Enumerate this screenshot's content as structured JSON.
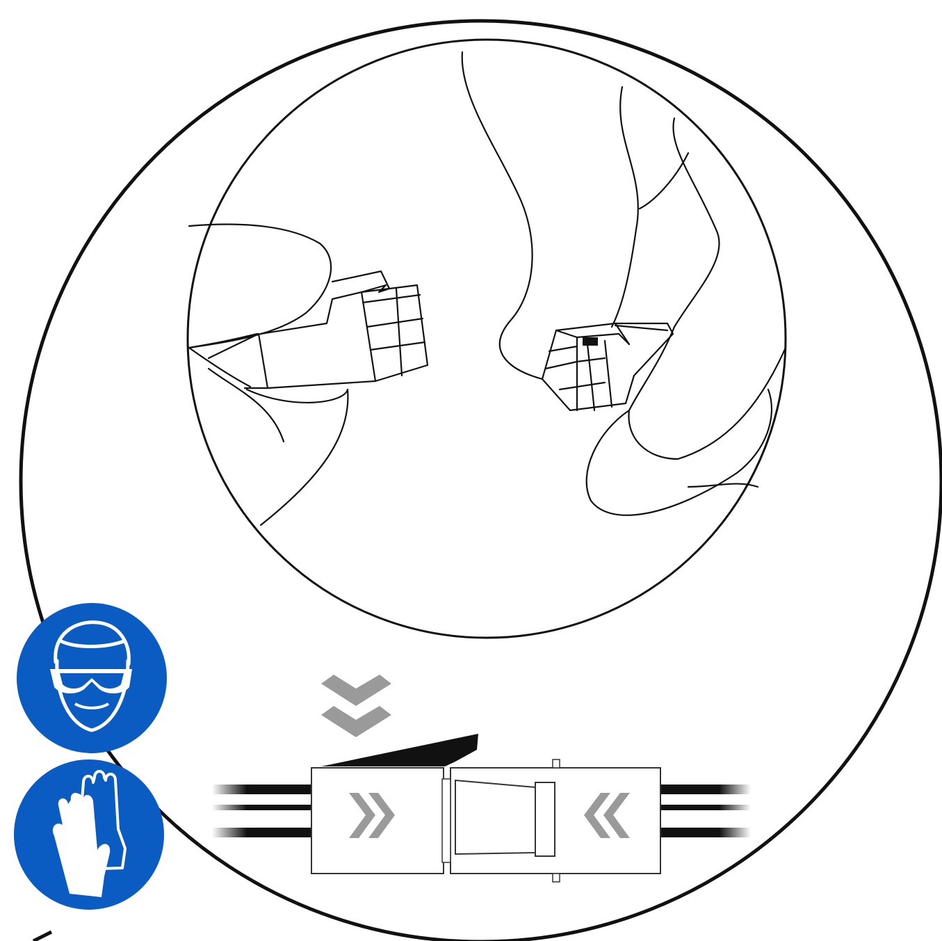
{
  "diagram": {
    "subject": "connector-mating-instruction",
    "panels": [
      {
        "id": "hands-detail",
        "icon": "hands-holding-connectors-icon"
      },
      {
        "id": "connector-schematic",
        "icon": "connector-push-together-icon"
      }
    ],
    "safety_signs": [
      {
        "icon": "eye-protection-icon",
        "color": "#0a5cc2"
      },
      {
        "icon": "protective-gloves-icon",
        "color": "#0a5cc2"
      }
    ],
    "arrows": {
      "insert_direction": "down",
      "push_direction_left": "right",
      "push_direction_right": "left",
      "color": "#9a9a9a"
    },
    "colors": {
      "line": "#111111",
      "safety_blue": "#0a5cc2",
      "arrow_gray": "#9a9a9a",
      "background": "#ffffff"
    }
  }
}
